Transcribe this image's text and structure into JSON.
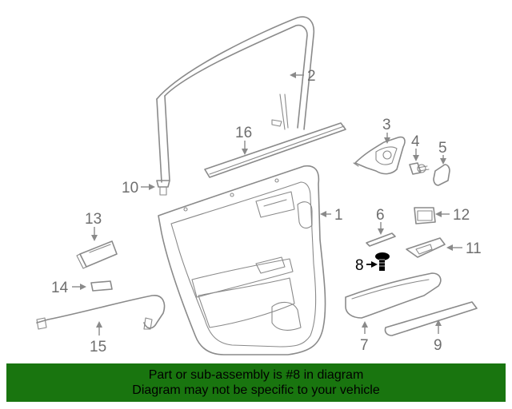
{
  "callouts": [
    "1",
    "2",
    "3",
    "4",
    "5",
    "6",
    "7",
    "8",
    "9",
    "10",
    "11",
    "12",
    "13",
    "14",
    "15",
    "16"
  ],
  "highlighted_part": "8",
  "banner": {
    "line1": "Part or sub-assembly is #8 in diagram",
    "line2": "Diagram may not be specific to your vehicle",
    "background": "#19750f"
  },
  "colors": {
    "line_art": "#8a8a8a",
    "highlight": "#000000"
  }
}
